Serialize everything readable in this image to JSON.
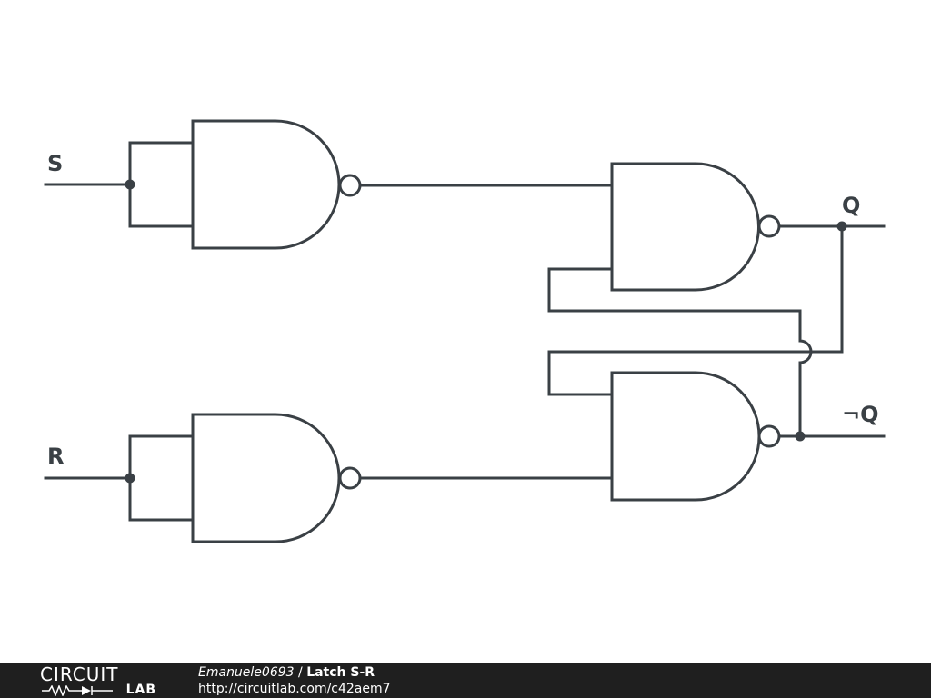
{
  "diagram": {
    "inputs": {
      "s_label": "S",
      "r_label": "R"
    },
    "outputs": {
      "q_label": "Q",
      "not_q_label": "¬Q"
    }
  },
  "footer": {
    "logo_top": "CIRCUIT",
    "logo_bottom": "LAB",
    "author": "Emanuele0693",
    "separator": " / ",
    "title": "Latch S-R",
    "url": "http://circuitlab.com/c42aem7"
  },
  "colors": {
    "line": "#3a4045",
    "footer_bg": "#1f1f1f",
    "footer_text": "#ffffff"
  }
}
